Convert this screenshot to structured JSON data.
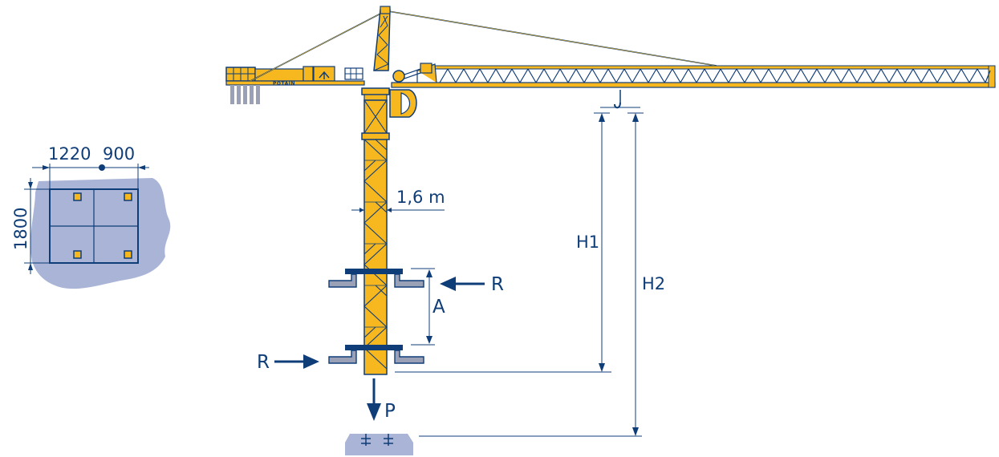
{
  "colors": {
    "crane_yellow": "#F6B81E",
    "navy": "#0F3D78",
    "ground": "#A9B4D6",
    "grey": "#9AA0B6",
    "white": "#FFFFFF"
  },
  "foundation_plan": {
    "width_left": "1220",
    "width_right": "900",
    "height": "1800"
  },
  "crane": {
    "brand": "POTAIN",
    "mast_width": "1,6 m"
  },
  "labels": {
    "reaction_upper": "R",
    "reaction_lower": "R",
    "anchor_spacing": "A",
    "load": "P",
    "height_1": "H1",
    "height_2": "H2"
  }
}
